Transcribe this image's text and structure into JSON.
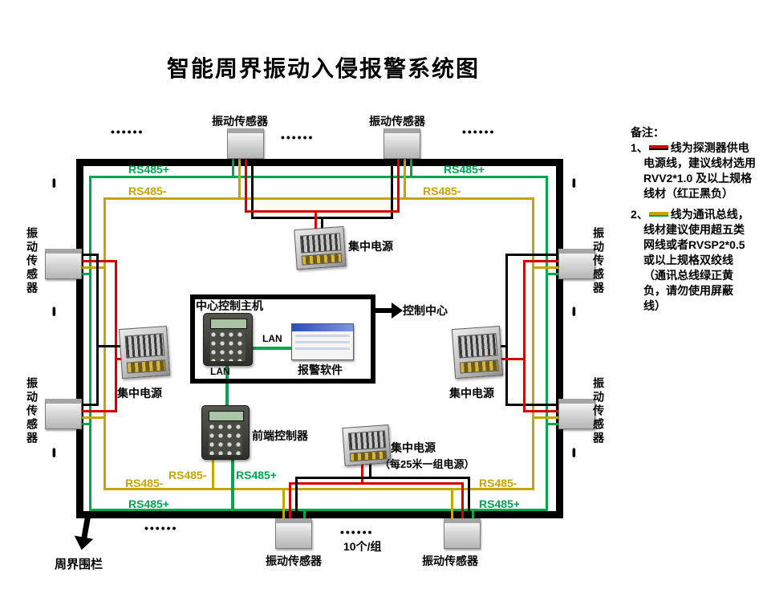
{
  "title": "智能周界振动入侵报警系统图",
  "labels": {
    "sensor": "振动传感器",
    "power": "集中电源",
    "power_note": "（每25米一组电源）",
    "center_host": "中心控制主机",
    "alarm_software": "报警软件",
    "control_center": "控制中心",
    "front_controller": "前端控制器",
    "lan": "LAN",
    "rs485_plus": "RS485+",
    "rs485_minus": "RS485-",
    "group": "10个/组",
    "fence": "周界围栏",
    "dots": "••••••"
  },
  "notes": {
    "header": "备注：",
    "item1_no": "1、",
    "item1": [
      "线为探测器供电",
      "电源线，建议线材选用",
      "RVV2*1.0 及以上规格",
      "线材（红正黑负）"
    ],
    "item2_no": "2、",
    "item2": [
      "线为通讯总线，",
      "线材建议使用超五类",
      "网线或者RVSP2*0.5",
      "或以上规格双绞线",
      "（通讯总线绿正黄",
      "负，请勿使用屏蔽",
      "线）"
    ]
  },
  "colors": {
    "power_wire_red": "#d60000",
    "rs485_plus_green": "#00a650",
    "rs485_minus_yellow": "#c8a400",
    "fence_black": "#000000"
  }
}
